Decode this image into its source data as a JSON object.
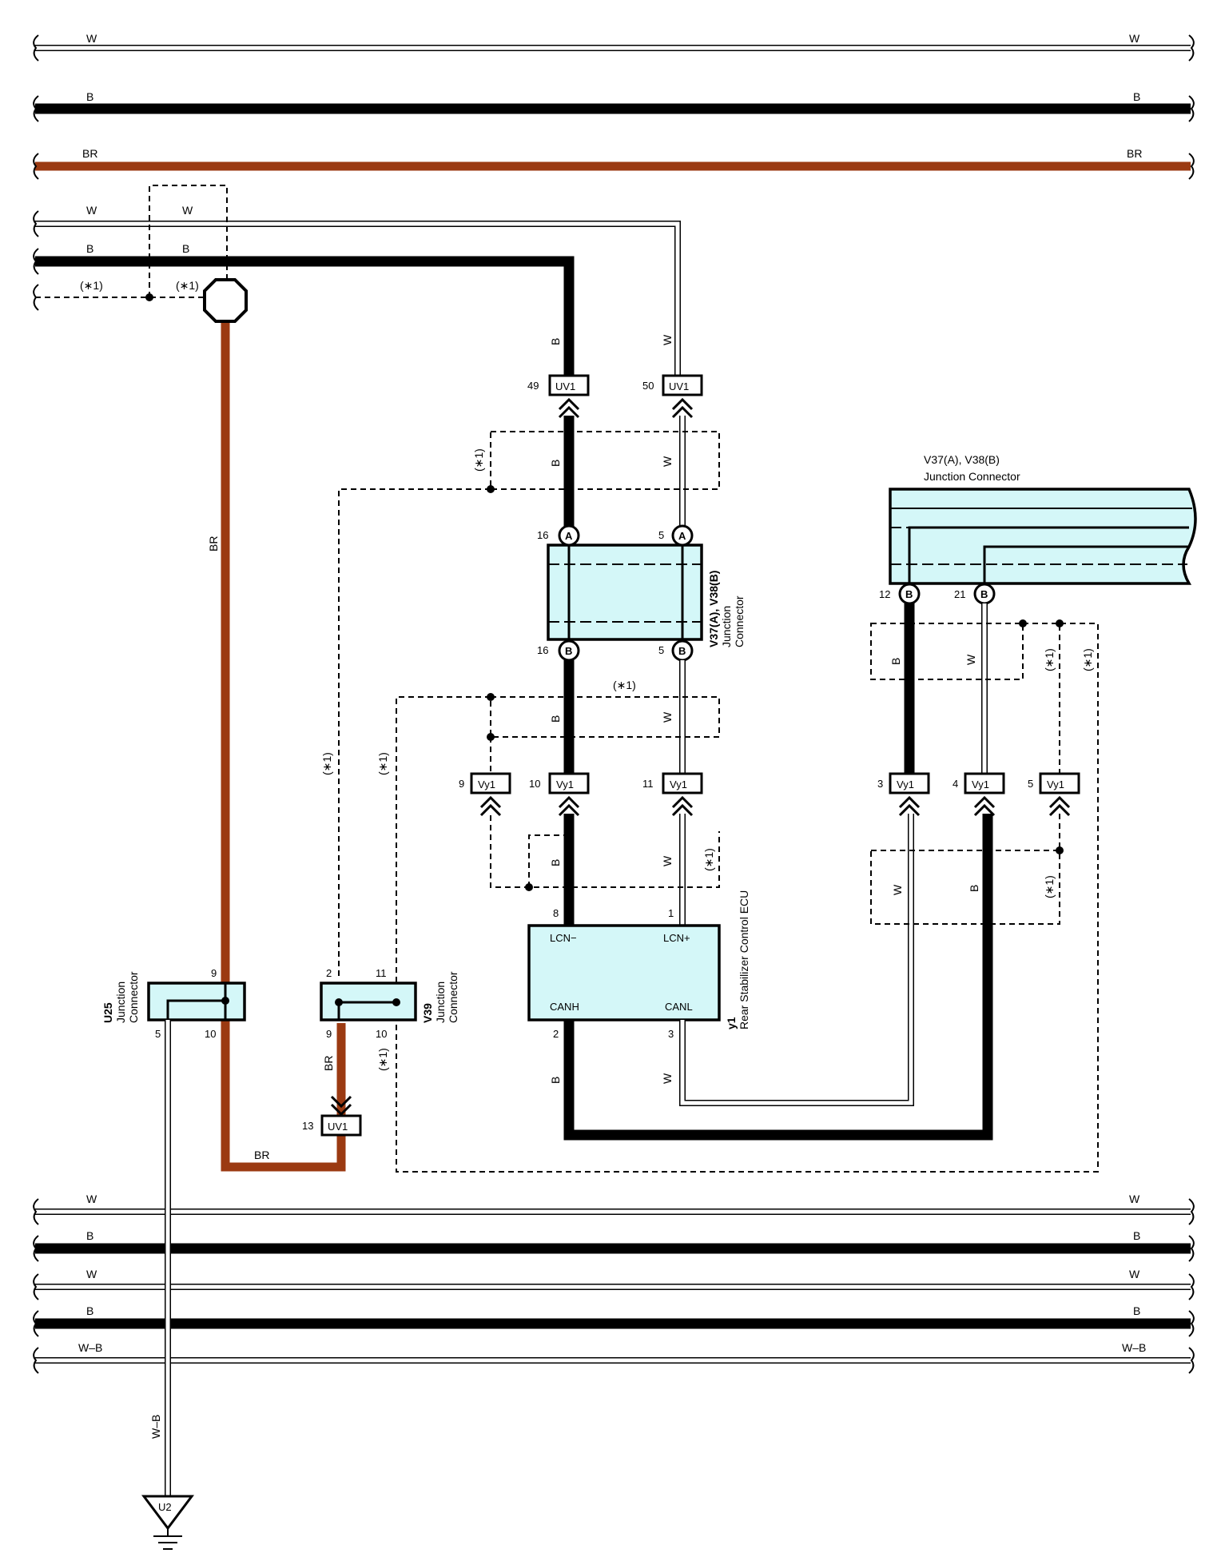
{
  "colors": {
    "background": "#ffffff",
    "wire_B": "#000000",
    "wire_BR": "#9b3a12",
    "wire_W": "#ffffff",
    "connector_fill": "#d4f7f8"
  },
  "wire_labels": {
    "W": "W",
    "B": "B",
    "BR": "BR",
    "WB": "W–B",
    "option": "(∗1)"
  },
  "connectors": {
    "uv1": "UV1",
    "vy1": "Vy1",
    "ground": "U2",
    "pin_A": "A",
    "pin_B": "B"
  },
  "pins": {
    "uv1_49": "49",
    "uv1_50": "50",
    "uv1_13": "13",
    "jc_16": "16",
    "jc_5": "5",
    "right_12": "12",
    "right_21": "21",
    "vy1_9": "9",
    "vy1_10": "10",
    "vy1_11": "11",
    "vy1_3": "3",
    "vy1_4": "4",
    "vy1_5": "5",
    "ecu_8": "8",
    "ecu_1": "1",
    "ecu_2": "2",
    "ecu_3": "3",
    "u25_9": "9",
    "u25_5": "5",
    "u25_10": "10",
    "v39_2": "2",
    "v39_11": "11",
    "v39_9": "9",
    "v39_10": "10"
  },
  "components": {
    "v37_id": "V37(A), V38(B)",
    "v37_name_1": "Junction",
    "v37_name_2": "Connector",
    "right_id": "V37(A), V38(B)",
    "right_name": "Junction Connector",
    "u25_id": "U25",
    "u25_name_1": "Junction",
    "u25_name_2": "Connector",
    "v39_id": "V39",
    "v39_name_1": "Junction",
    "v39_name_2": "Connector",
    "ecu_id": "y1",
    "ecu_name": "Rear Stabilizer Control ECU",
    "ecu_lcn_minus": "LCN−",
    "ecu_lcn_plus": "LCN+",
    "ecu_canh": "CANH",
    "ecu_canl": "CANL"
  }
}
